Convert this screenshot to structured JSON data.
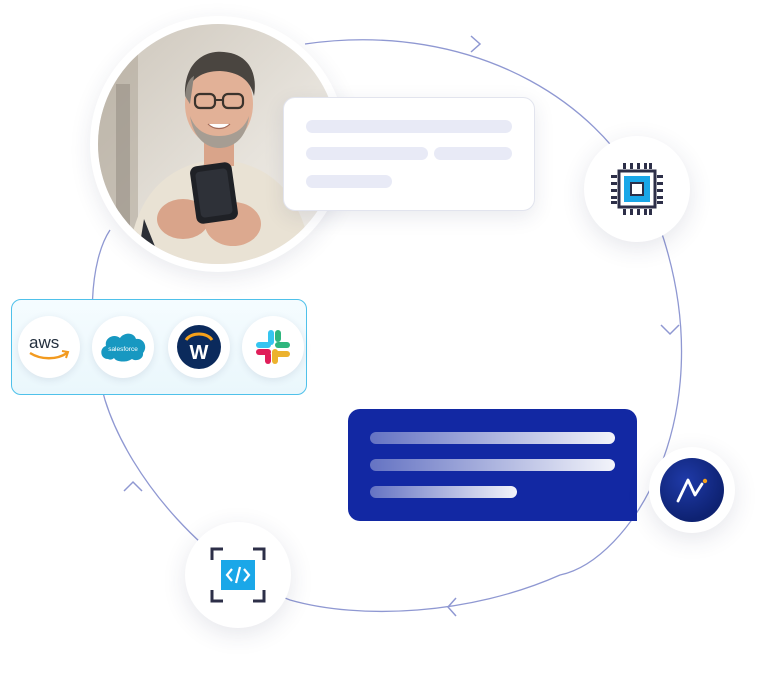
{
  "diagram": {
    "integrations": [
      {
        "name": "aws",
        "label": "aws",
        "icon": "aws-logo-icon"
      },
      {
        "name": "salesforce",
        "label": "salesforce",
        "icon": "salesforce-logo-icon"
      },
      {
        "name": "workday",
        "label": "W",
        "icon": "workday-logo-icon"
      },
      {
        "name": "slack",
        "label": "",
        "icon": "slack-logo-icon"
      }
    ],
    "nodes": {
      "chip": "cpu-chip-icon",
      "code": "code-brackets-icon",
      "ai": "ai-assistant-icon"
    },
    "colors": {
      "flow_line": "#8f98d2",
      "response_card": "#1228a3",
      "ai_badge": "#0e2272",
      "accent_blue": "#1aa7e8",
      "integrations_border": "#4fc1ea",
      "placeholder_bar": "#e8eaf6"
    }
  }
}
